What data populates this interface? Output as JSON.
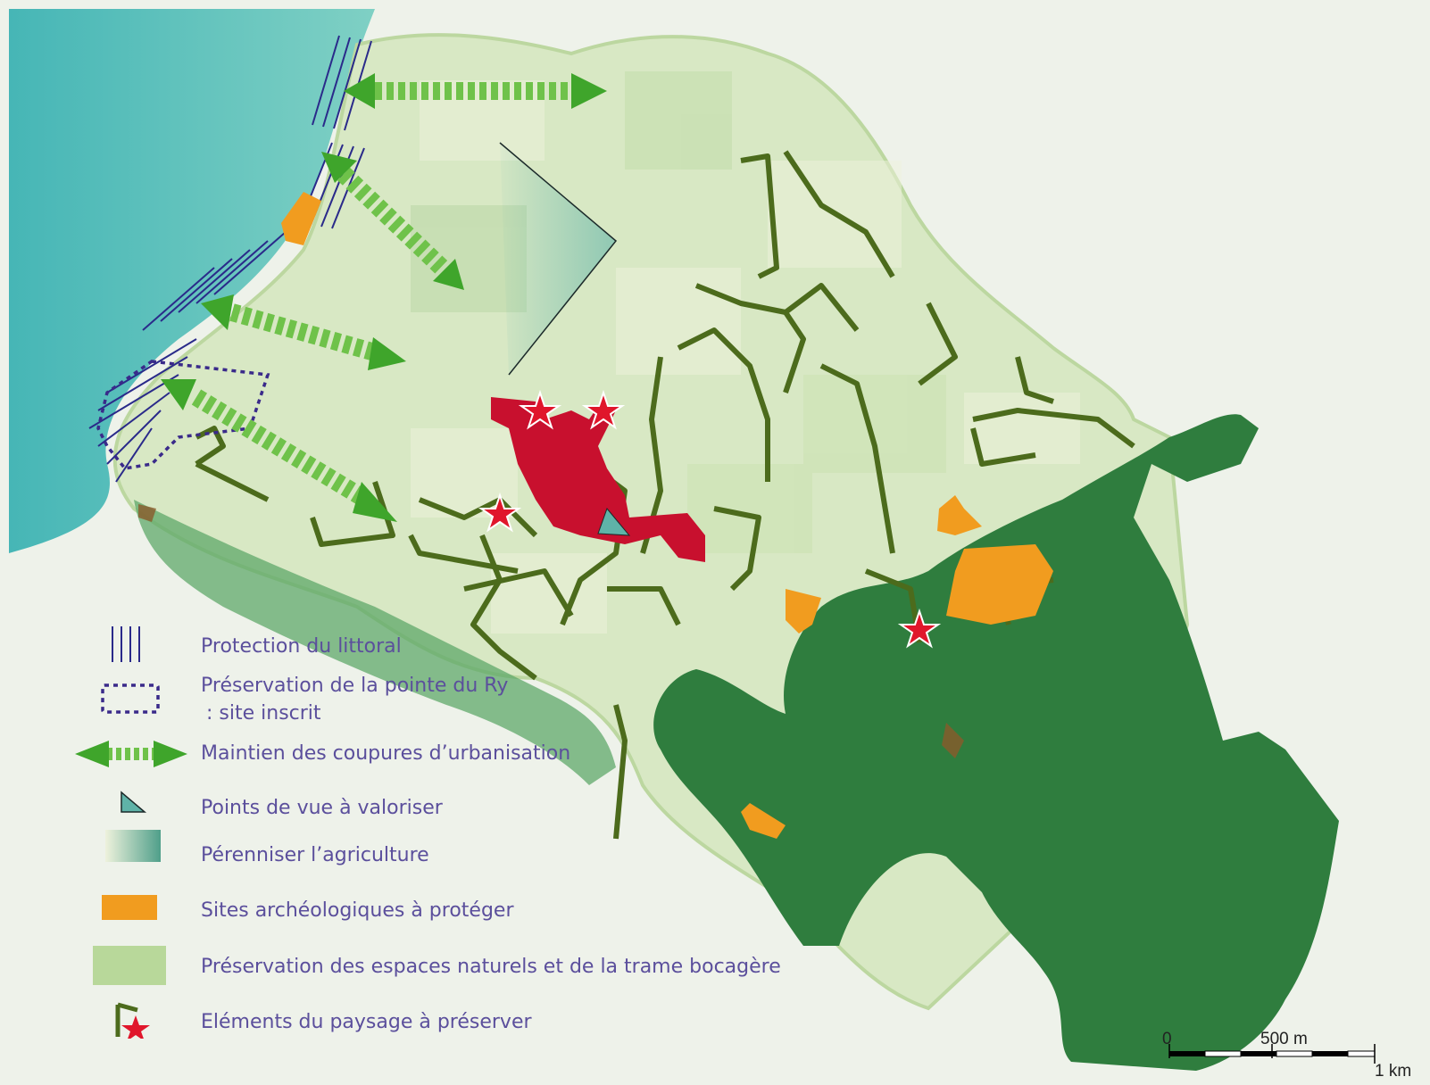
{
  "legend": {
    "items": [
      {
        "id": "littoral",
        "label": "Protection du littoral",
        "color": "#2a2a8a"
      },
      {
        "id": "pointe",
        "label": "Préservation de la pointe du Ry",
        "label2": ": site inscrit",
        "color": "#3a2a8a"
      },
      {
        "id": "coupures",
        "label": "Maintien des coupures d’urbanisation",
        "color": "#3fa52b"
      },
      {
        "id": "points_vue",
        "label": "Points de vue à valoriser",
        "color": "#5fb3a8"
      },
      {
        "id": "agriculture",
        "label": "Pérenniser l’agriculture",
        "color": "#6fb39b"
      },
      {
        "id": "archeo",
        "label": "Sites archéologiques à protéger",
        "color": "#f19c1f"
      },
      {
        "id": "naturels",
        "label": "Préservation des espaces naturels et de la trame bocagère",
        "color": "#b8d89a"
      },
      {
        "id": "paysage",
        "label": "Eléments du paysage à préserver",
        "color": "#e0162b"
      }
    ]
  },
  "scale": {
    "zero": "0",
    "mid": "500 m",
    "end": "1 km"
  },
  "colors": {
    "sea": "#4fbdb9",
    "forest": "#2f7d3e",
    "fields": "#cfe3b8",
    "hedge": "#4c6b1c",
    "urban": "#c8102e"
  }
}
